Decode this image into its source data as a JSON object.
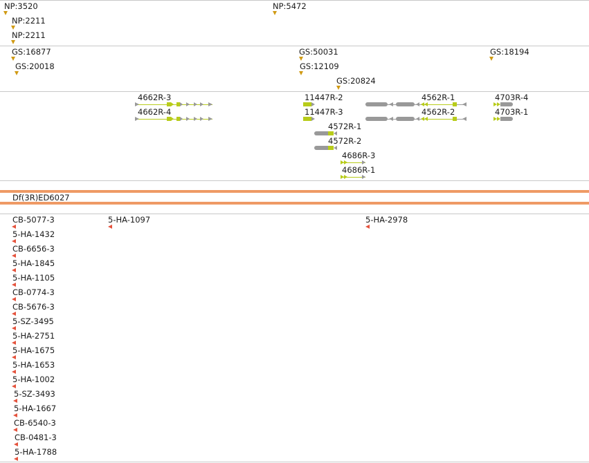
{
  "tracks": {
    "np": {
      "features": [
        {
          "label": "NP:3520"
        },
        {
          "label": "NP:2211"
        },
        {
          "label": "NP:2211"
        },
        {
          "label": "NP:5472"
        }
      ]
    },
    "gs": {
      "features": [
        {
          "label": "GS:16877"
        },
        {
          "label": "GS:20018"
        },
        {
          "label": "GS:50031"
        },
        {
          "label": "GS:12109"
        },
        {
          "label": "GS:20824"
        },
        {
          "label": "GS:18194"
        }
      ]
    },
    "transcripts": {
      "features": [
        {
          "label": "4662R-3"
        },
        {
          "label": "4662R-4"
        },
        {
          "label": "11447R-2"
        },
        {
          "label": "11447R-3"
        },
        {
          "label": "4562R-1"
        },
        {
          "label": "4562R-2"
        },
        {
          "label": "4703R-4"
        },
        {
          "label": "4703R-1"
        },
        {
          "label": "4572R-1"
        },
        {
          "label": "4572R-2"
        },
        {
          "label": "4686R-3"
        },
        {
          "label": "4686R-1"
        }
      ]
    },
    "deficiency": {
      "label": "Df(3R)ED6027"
    },
    "insertions": {
      "features": [
        {
          "label": "CB-5077-3"
        },
        {
          "label": "5-HA-1097"
        },
        {
          "label": "5-HA-2978"
        },
        {
          "label": "5-HA-1432"
        },
        {
          "label": "CB-6656-3"
        },
        {
          "label": "5-HA-1845"
        },
        {
          "label": "5-HA-1105"
        },
        {
          "label": "CB-0774-3"
        },
        {
          "label": "CB-5676-3"
        },
        {
          "label": "5-SZ-3495"
        },
        {
          "label": "5-HA-2751"
        },
        {
          "label": "5-HA-1675"
        },
        {
          "label": "5-HA-1653"
        },
        {
          "label": "5-HA-1002"
        },
        {
          "label": "5-SZ-3493"
        },
        {
          "label": "5-HA-1667"
        },
        {
          "label": "CB-6540-3"
        },
        {
          "label": "CB-0481-3"
        },
        {
          "label": "5-HA-1788"
        }
      ]
    }
  },
  "colors": {
    "np_marker": "#d09a14",
    "insertion_marker": "#e5533d",
    "deficiency_bar": "#ef9a65",
    "exon_coding": "#b8cc1a",
    "exon_utr": "#999999",
    "track_divider": "#c8c8c8"
  }
}
